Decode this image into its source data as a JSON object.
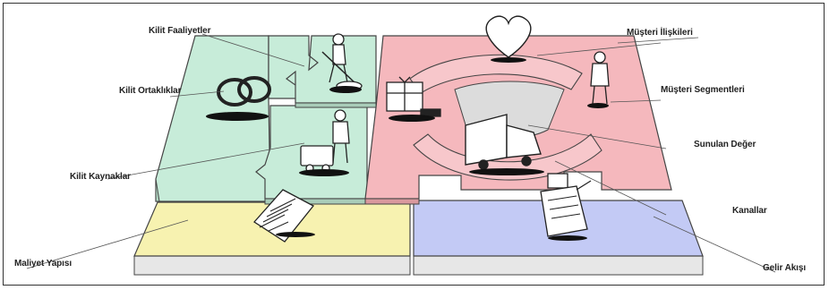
{
  "colors": {
    "green": "#c7ecd9",
    "red": "#f5b8bd",
    "yellow": "#f7f2b0",
    "blue": "#c3caf5",
    "ink": "#222222"
  },
  "labels": {
    "key_activities": "Kilit Faaliyetler",
    "key_partners": "Kilit Ortaklıklar",
    "key_resources": "Kilit Kaynaklar",
    "cost_structure": "Maliyet Yapısı",
    "customer_relationships": "Müşteri İlişkileri",
    "customer_segments": "Müşteri Segmentleri",
    "value_propositions": "Sunulan Değer",
    "channels": "Kanallar",
    "revenue_streams": "Gelir Akışı"
  },
  "illustrations": [
    "rings-icon",
    "worker-with-shovel-icon",
    "person-with-machine-icon",
    "document-icon",
    "heart-icon",
    "person-icon",
    "gift-box-on-cart-icon",
    "delivery-truck-icon",
    "cash-register-icon"
  ]
}
